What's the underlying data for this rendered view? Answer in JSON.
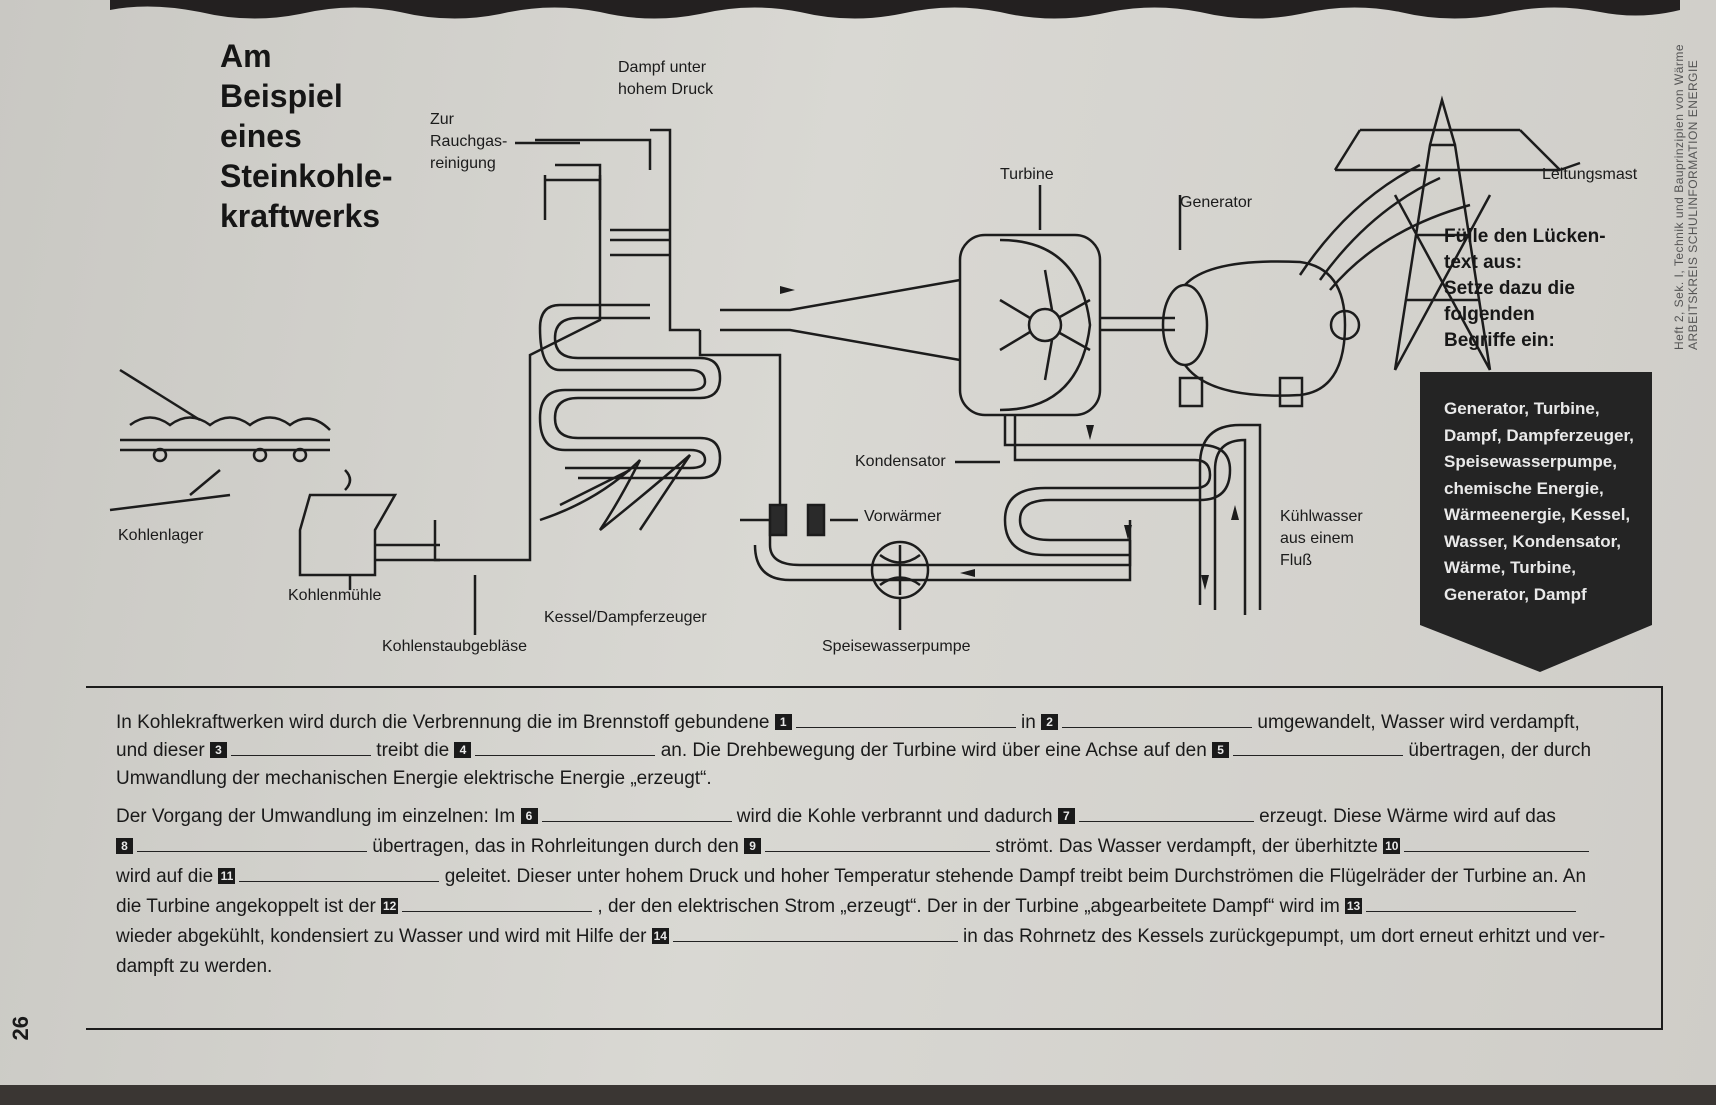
{
  "sidebar": {
    "line1": "Heft 2, Sek. I, Technik und Bauprinzipien von Wärme",
    "line2": "ARBEITSKREIS SCHULINFORMATION ENERGIE"
  },
  "title": {
    "l1": "Am",
    "l2": "Beispiel",
    "l3": "eines",
    "l4": "Steinkohle-",
    "l5": "kraftwerks"
  },
  "labels": {
    "dampf_l1": "Dampf unter",
    "dampf_l2": "hohem Druck",
    "zur": "Zur",
    "rauchgas": "Rauchgas-",
    "reinigung": "reinigung",
    "turbine": "Turbine",
    "generator": "Generator",
    "leitungsmast": "Leitungsmast",
    "kondensator": "Kondensator",
    "vorwaermer": "Vorwärmer",
    "kuehl_l1": "Kühlwasser",
    "kuehl_l2": "aus einem",
    "kuehl_l3": "Fluß",
    "kohlenlager": "Kohlenlager",
    "kohlenmuehle": "Kohlenmühle",
    "kessel": "Kessel/Dampferzeuger",
    "geblaese": "Kohlenstaubgebläse",
    "pumpe": "Speisewasserpumpe"
  },
  "task": {
    "l1": "Fülle den Lücken-",
    "l2": "text aus:",
    "l3": "Setze dazu die",
    "l4": "folgenden",
    "l5": "Begriffe ein:"
  },
  "terms": [
    "Generator, Turbine,",
    "Dampf, Dampferzeuger,",
    "Speisewasserpumpe,",
    "chemische Energie,",
    "Wärmeenergie, Kessel,",
    "Wasser, Kondensator,",
    "Wärme, Turbine,",
    "Generator, Dampf"
  ],
  "text": {
    "p1a": "In Kohlekraftwerken wird durch die Verbrennung die im Brennstoff gebundene",
    "p1b": "in",
    "p1c": "umgewandelt, Wasser wird verdampft,",
    "p2a": "und dieser",
    "p2b": "treibt die",
    "p2c": "an. Die Drehbewegung der Turbine wird über eine Achse auf den",
    "p2d": "übertragen, der durch",
    "p3": "Umwandlung der mechanischen Energie elektrische Energie „erzeugt“.",
    "p4a": "Der Vorgang der Umwandlung im einzelnen: Im",
    "p4b": "wird die Kohle verbrannt und dadurch",
    "p4c": "erzeugt. Diese Wärme wird auf das",
    "p5a": "übertragen, das in Rohrleitungen durch den",
    "p5b": "strömt. Das Wasser verdampft, der überhitzte",
    "p6a": "wird auf die",
    "p6b": "geleitet. Dieser unter hohem Druck und hoher Temperatur stehende Dampf treibt beim Durchströmen die Flügelräder der Turbine an.  An",
    "p7a": "die Turbine angekoppelt ist der",
    "p7b": ", der den elektrischen Strom „erzeugt“. Der in der Turbine „abgearbeitete Dampf“ wird im",
    "p8a": "wieder abgekühlt, kondensiert zu Wasser und wird mit Hilfe der",
    "p8b": "in das Rohrnetz des Kessels zurückgepumpt, um dort erneut erhitzt und ver-",
    "p9": "dampft zu werden."
  },
  "blanks": [
    "1",
    "2",
    "3",
    "4",
    "5",
    "6",
    "7",
    "8",
    "9",
    "10",
    "11",
    "12",
    "13",
    "14"
  ],
  "page_number": "26"
}
